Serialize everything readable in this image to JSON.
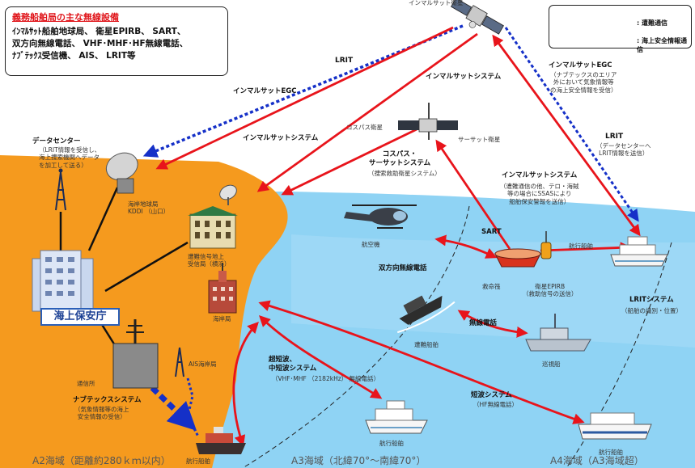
{
  "equipment_box": {
    "title": "義務船舶局の主な無線設備",
    "lines": [
      "ｲﾝﾏﾙｻｯﾄ船舶地球局、 衛星EPIRB、 SART、",
      "双方向無線電話、 VHF･MHF･HF無線電話、",
      "ﾅﾌﾞﾃｯｸｽ受信機、 AIS、 LRIT等"
    ]
  },
  "legend": {
    "distress": ": 遭難通信",
    "msi": ": 海上安全情報通信"
  },
  "colors": {
    "distress_arrow": "#e8141b",
    "msi_arrow": "#1530c8",
    "land": "#f59a1e",
    "sea": "#8fd3f4",
    "sea_light": "#c9ecfb"
  },
  "labels": {
    "inmarsat_satellite": "インマルサット衛星",
    "lrit_top": "LRIT",
    "inmarsat_egc_left": "インマルサットEGC",
    "inmarsat_system_top": "インマルサットシステム",
    "inmarsat_egc_right": "インマルサットEGC",
    "inmarsat_egc_right_desc": [
      "（ナブテックスのエリア",
      "外において気象情報等",
      "の海上安全情報を受信）"
    ],
    "cospas_satellite": "コスパス衛星",
    "sarsat_satellite": "サーサット衛星",
    "inmarsat_system_mid": "インマルサットシステム",
    "cospas_sarsat": [
      "コスパス・",
      "サーサットシステム"
    ],
    "cospas_sarsat_desc": "（捜索救助衛星システム）",
    "lrit_right": "LRIT",
    "lrit_right_desc": [
      "（データセンターへ",
      "LRIT情報を送信）"
    ],
    "data_center": "データセンター",
    "data_center_desc": [
      "（LRIT情報を受信し、",
      "海上捜索機関へデータ",
      "を加工して送る）"
    ],
    "coast_earth_station": [
      "海岸地球局",
      "KDDI （山口）"
    ],
    "inmarsat_system_right": "インマルサットシステム",
    "inmarsat_system_right_desc": [
      "（遭難通信の他、テロ・海賊",
      "等の場合にSSASにより",
      "船舶保安警報を送信）"
    ],
    "aircraft": "航空機",
    "sart": "SART",
    "navigating_ship_top": "航行船舶",
    "distress_signal_station": [
      "遭難信号地上",
      "受信局（横浜）"
    ],
    "two_way_radio": "双方向無線電話",
    "lifeboat": "救命筏",
    "epirb": [
      "衛星EPIRB",
      "（救助信号の送信）"
    ],
    "lrit_system": "LRITシステム",
    "lrit_system_desc": "（船舶の識別・位置）",
    "coast_guard": "海上保安庁",
    "coast_station": "海岸局",
    "radiotelephone": "無線電話",
    "distressed_ship": "遭難船舶",
    "patrol_ship": "巡視船",
    "comm_station": "通信所",
    "ais_station": "AIS海岸局",
    "vhf_system": [
      "超短波、",
      "中短波システム"
    ],
    "vhf_desc": "（VHF･MHF （2182kHz） 無線電話）",
    "hf_system": "短波システム",
    "hf_desc": "（HF無線電話）",
    "navtex_system": "ナブテックスシステム",
    "navtex_desc": [
      "（気象情報等の海上",
      "安全情報の受信）"
    ],
    "navigating_ship_a3": "航行船舶",
    "navigating_ship_a4": "航行船舶",
    "navigating_ship_a2": "航行船舶"
  },
  "zones": {
    "a2": "A2海域（距離約280ｋｍ以内）",
    "a3": "A3海域（北緯70°～南緯70°）",
    "a4": "A4海域（A3海域超）"
  }
}
